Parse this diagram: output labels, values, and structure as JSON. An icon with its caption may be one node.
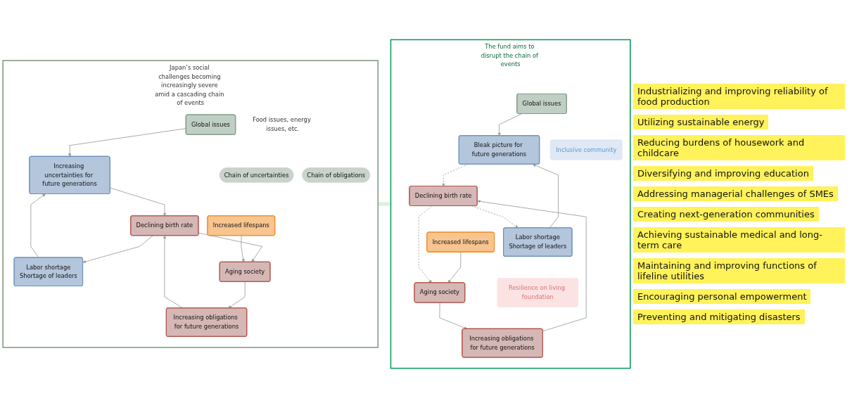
{
  "diagram": {
    "nodes": [
      {
        "text": [
          "Japan’s social challenges becoming increasingly severe amid a cascading chain of events"
        ]
      },
      {
        "text": [
          "Global issues"
        ],
        "in": 0,
        "beside": [
          "Food issues, energy issues, etc."
        ]
      },
      {
        "text": [
          "Increasing uncertainties for future generations"
        ],
        "in": 0
      },
      {
        "text": [
          "Increasing obligations for future generations"
        ],
        "in": 0
      },
      {
        "text": [
          "Chain of uncertainties"
        ],
        "in": 0
      },
      {
        "text": [
          "Declining birth rate"
        ],
        "in": 0
      },
      {
        "text": [
          "Chain of obligations"
        ],
        "in": 0
      },
      {
        "text": [
          "Labor shortage",
          "Shortage of leaders"
        ],
        "in": 0
      },
      {
        "text": [
          "Aging society"
        ],
        "in": 0
      },
      {
        "text": [
          "Increased lifespans"
        ],
        "in": 0
      },
      {
        "text": [
          "The fund aims to disrupt the chain of events"
        ]
      },
      {
        "text": [
          "Global issues"
        ],
        "in": 10
      },
      {
        "text": [
          "Inclusive community"
        ],
        "in": 10
      },
      {
        "text": [
          "Bleak picture for future generations"
        ],
        "in": 10
      },
      {
        "text": [
          "Increasing obligations for future generations"
        ],
        "in": 10
      },
      {
        "text": [
          "Declining birth rate"
        ],
        "in": 10
      },
      {
        "text": [
          "Labor shortage",
          "Shortage of leaders"
        ],
        "in": 10
      },
      {
        "text": [
          "Aging society"
        ],
        "in": 10
      },
      {
        "text": [
          "Increased lifespans"
        ],
        "in": 10
      },
      {
        "text": [
          "Resilience on living foundation"
        ],
        "in": 10
      }
    ],
    "edges": [
      {
        "from": 1,
        "to": 2,
        "arrow": "to"
      },
      {
        "from": 2,
        "to": 5,
        "arrow": "to"
      },
      {
        "from": 3,
        "to": 5,
        "arrow": "to"
      },
      {
        "from": 5,
        "to": 7,
        "arrow": "to"
      },
      {
        "from": 5,
        "to": 8,
        "arrow": "to"
      },
      {
        "from": 7,
        "to": 2,
        "arrow": "to"
      },
      {
        "from": 8,
        "to": 3,
        "arrow": "to"
      },
      {
        "from": 9,
        "to": 8,
        "arrow": "to"
      },
      {
        "from": 0,
        "to": 10,
        "arrow": "to",
        "style": "thick",
        "color": "#dcefe0"
      },
      {
        "from": 11,
        "to": 13,
        "arrow": "to"
      },
      {
        "from": 13,
        "to": 15,
        "arrow": "to",
        "style": "dashed"
      },
      {
        "from": 14,
        "to": 15,
        "arrow": "to"
      },
      {
        "from": 15,
        "to": 16,
        "arrow": "to",
        "style": "dashed"
      },
      {
        "from": 15,
        "to": 17,
        "arrow": "to",
        "style": "dashed"
      },
      {
        "from": 16,
        "to": 13,
        "arrow": "to"
      },
      {
        "from": 17,
        "to": 14,
        "arrow": "to"
      },
      {
        "from": 18,
        "to": 17,
        "arrow": "to"
      }
    ],
    "labels": [
      "Industrializing and improving reliability of food production",
      "Utilizing sustainable energy",
      "Reducing burdens of housework and childcare",
      "Diversifying and improving education",
      "Addressing managerial challenges of SMEs",
      "Creating next-generation communities",
      "Achieving sustainable medical and long-term care",
      "Maintaining and improving functions of lifeline utilities",
      "Encouraging personal empowerment",
      "Preventing and mitigating disasters"
    ]
  }
}
